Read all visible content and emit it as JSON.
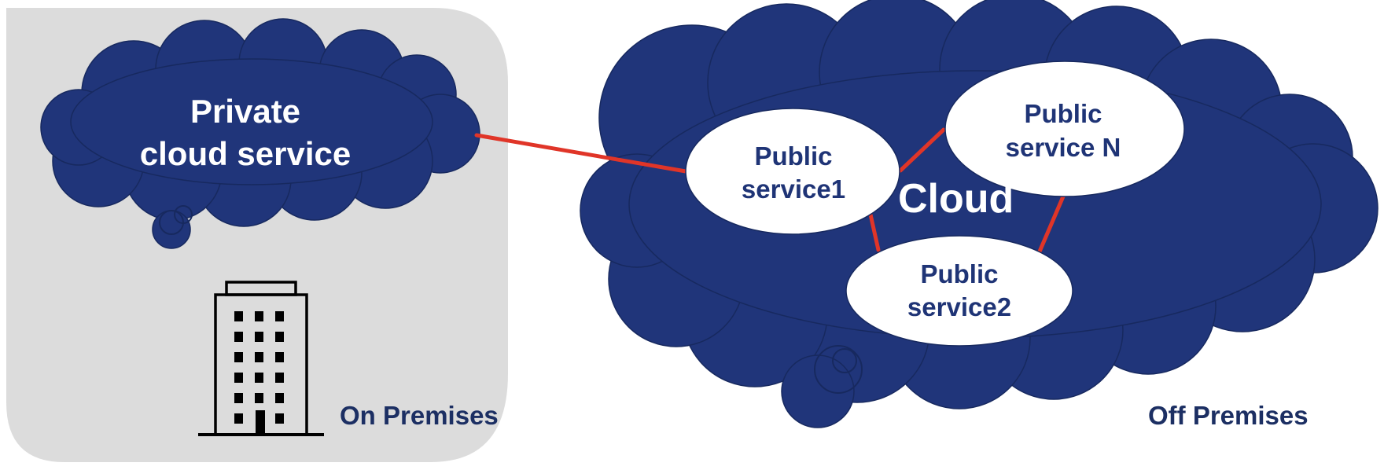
{
  "colors": {
    "cloud_fill": "#20357a",
    "cloud_outline": "#17295f",
    "on_premises_background": "#dcdcdc",
    "connection": "#e03528",
    "service_fill": "#ffffff",
    "service_text": "#1f3476",
    "region_label": "#1c2f63",
    "building": "#000000"
  },
  "icons": [
    "building-icon"
  ],
  "private_cloud": {
    "label_line1": "Private",
    "label_line2": "cloud service"
  },
  "cloud": {
    "label": "Cloud"
  },
  "services": [
    {
      "id": "public-service-1",
      "line1": "Public",
      "line2": "service1"
    },
    {
      "id": "public-service-n",
      "line1": "Public",
      "line2": "service N"
    },
    {
      "id": "public-service-2",
      "line1": "Public",
      "line2": "service2"
    }
  ],
  "regions": {
    "on_premises": "On Premises",
    "off_premises": "Off Premises"
  }
}
